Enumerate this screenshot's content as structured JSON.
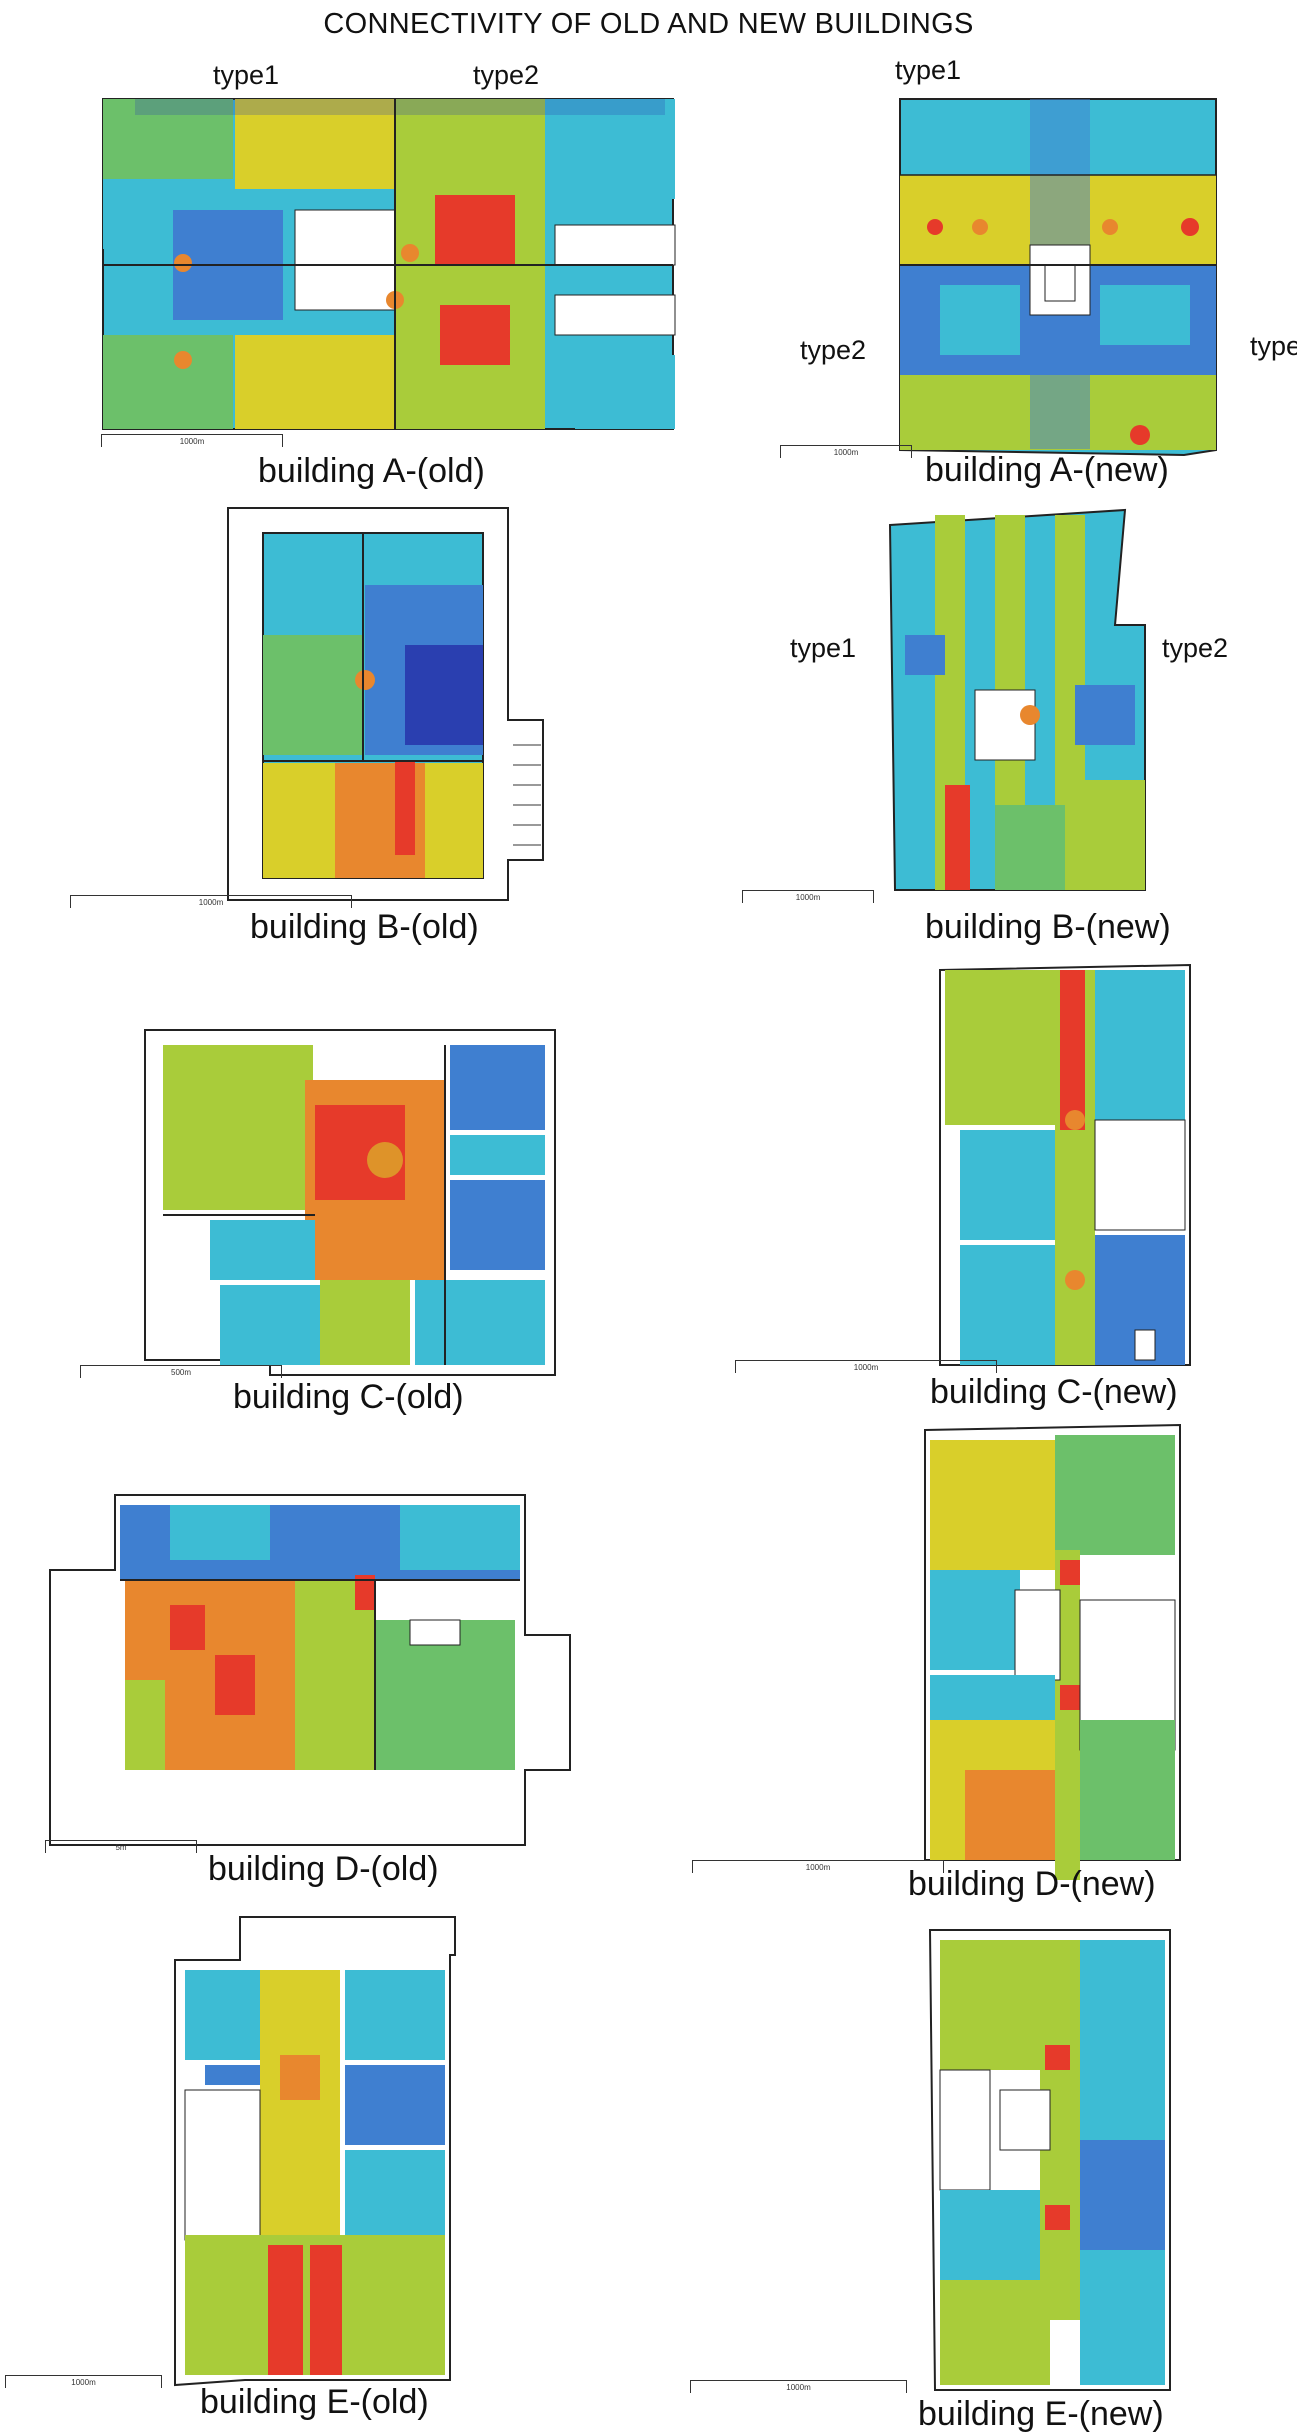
{
  "title": "CONNECTIVITY OF OLD AND NEW BUILDINGS",
  "colors": {
    "red": "#e63a2a",
    "orange": "#e8872e",
    "yellow": "#d9cf2a",
    "lime": "#a9cc3a",
    "green": "#6cc06a",
    "cyan": "#3dbcd4",
    "blue": "#3f7fd0",
    "navy": "#2a3fb0",
    "wall": "#222222"
  },
  "buildings": [
    {
      "id": "A-old",
      "caption": "building A-(old)",
      "labels": [
        "type1",
        "type2"
      ],
      "scale": "1000m"
    },
    {
      "id": "A-new",
      "caption": "building A-(new)",
      "labels": [
        "type1",
        "type2",
        "type"
      ],
      "scale": "1000m"
    },
    {
      "id": "B-old",
      "caption": "building B-(old)",
      "labels": [],
      "scale": "1000m"
    },
    {
      "id": "B-new",
      "caption": "building B-(new)",
      "labels": [
        "type1",
        "type2"
      ],
      "scale": "1000m"
    },
    {
      "id": "C-old",
      "caption": "building C-(old)",
      "labels": [],
      "scale": "500m"
    },
    {
      "id": "C-new",
      "caption": "building C-(new)",
      "labels": [],
      "scale": "1000m"
    },
    {
      "id": "D-old",
      "caption": "building D-(old)",
      "labels": [],
      "scale": "5m"
    },
    {
      "id": "D-new",
      "caption": "building D-(new)",
      "labels": [],
      "scale": "1000m"
    },
    {
      "id": "E-old",
      "caption": "building E-(old)",
      "labels": [],
      "scale": "1000m"
    },
    {
      "id": "E-new",
      "caption": "building E-(new)",
      "labels": [],
      "scale": "1000m"
    }
  ]
}
